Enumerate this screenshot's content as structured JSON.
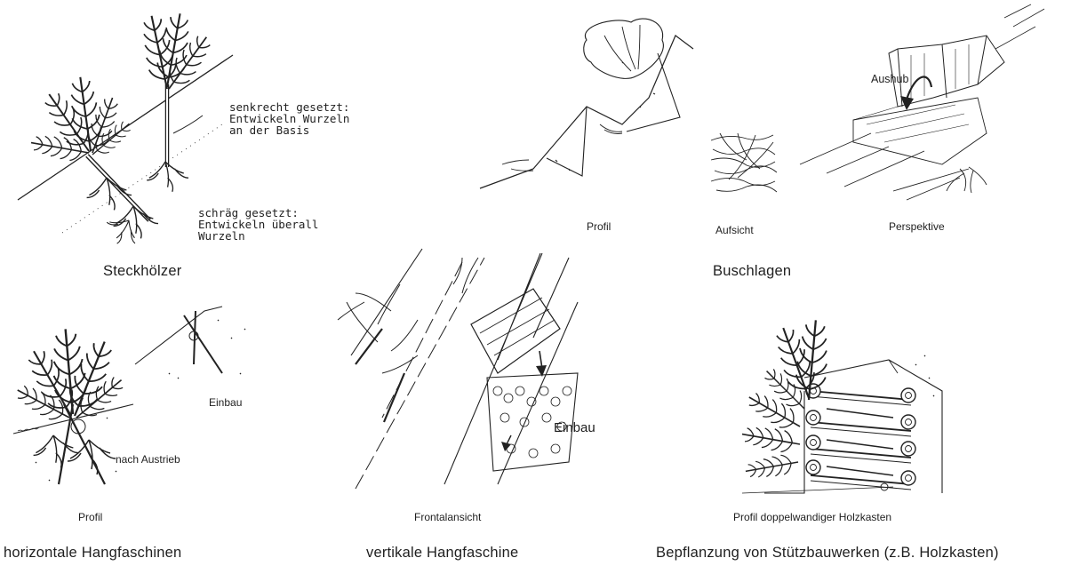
{
  "steckhoelzer": {
    "title": "Steckhölzer",
    "note_vertical": [
      "senkrecht gesetzt:",
      "Entwickeln Wurzeln",
      "an der Basis"
    ],
    "note_oblique": [
      "schräg  gesetzt:",
      "Entwickeln überall",
      "Wurzeln"
    ]
  },
  "buschlagen": {
    "title": "Buschlagen",
    "caption_profile": "Profil",
    "caption_top": "Aufsicht",
    "caption_persp": "Perspektive",
    "label_excavation": "Aushub"
  },
  "horizontale": {
    "title": "horizontale Hangfaschinen",
    "caption": "Profil",
    "label_install": "Einbau",
    "label_after": "nach Austrieb"
  },
  "vertikale": {
    "title": "vertikale Hangfaschine",
    "caption": "Frontalansicht",
    "label_install": "Einbau"
  },
  "stuetzbau": {
    "title": "Bepflanzung von Stützbauwerken (z.B. Holzkasten)",
    "caption": "Profil doppelwandiger Holzkasten"
  },
  "colors": {
    "ink": "#222222",
    "background": "#ffffff"
  }
}
